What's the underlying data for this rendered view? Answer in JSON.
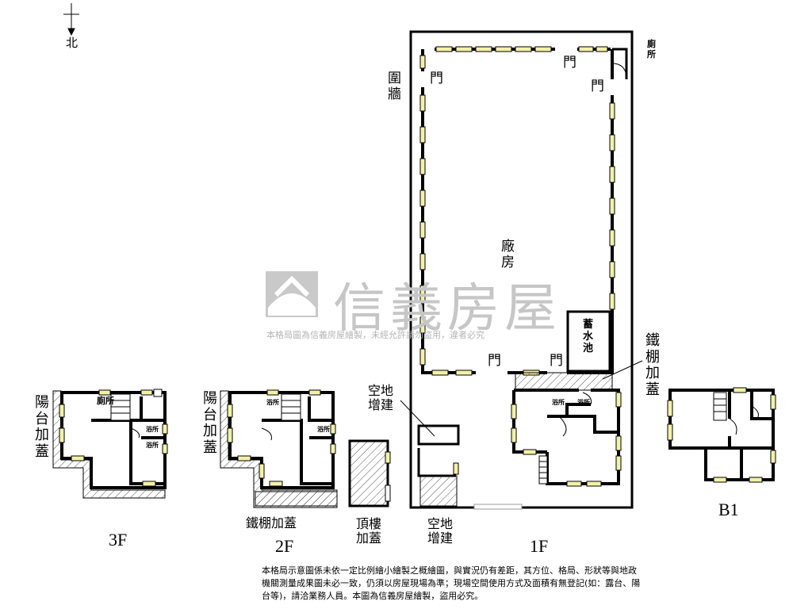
{
  "compass": {
    "north": "北"
  },
  "watermark": {
    "brand": "信義房屋",
    "notice": "本格局圖為信義房屋繪製，未經允許請勿盜用，違者必究"
  },
  "labels": {
    "fence": "圍牆",
    "door_1": "門",
    "door_2": "門",
    "door_3": "門",
    "door_4": "門",
    "door_5": "門",
    "toilet_1f": "廁所",
    "factory": "廠房",
    "water_tank": "蓄水池",
    "iron_shed_1f": "鐵棚加蓋",
    "open_space_top": "空地增建",
    "open_space_bottom": "空地增建",
    "rooftop": "頂樓加蓋",
    "iron_shed_2f": "鐵棚加蓋",
    "balcony_3f": "陽台加蓋",
    "balcony_2f": "陽台加蓋",
    "toilet_3f": "廁所",
    "bath_3f_a": "浴所",
    "bath_3f_b": "浴所",
    "bath_2f_a": "浴所",
    "bath_2f_b": "浴所",
    "bath_1f_a": "浴所",
    "bath_1f_b": "浴所"
  },
  "floors": {
    "f3": "3F",
    "f2": "2F",
    "f1": "1F",
    "b1": "B1"
  },
  "disclaimer": "本格局示意圖係未依一定比例繪小繪製之概繪圖，與實況仍有差距，其方位、格局、形狀等與地政機關測量成果圖未必一致，仍須以房屋現場為準；現場空間使用方式及面積有無登記(如：露台、陽台等)，請洽業務人員。本圖為信義房屋繪製，盜用必究。"
}
